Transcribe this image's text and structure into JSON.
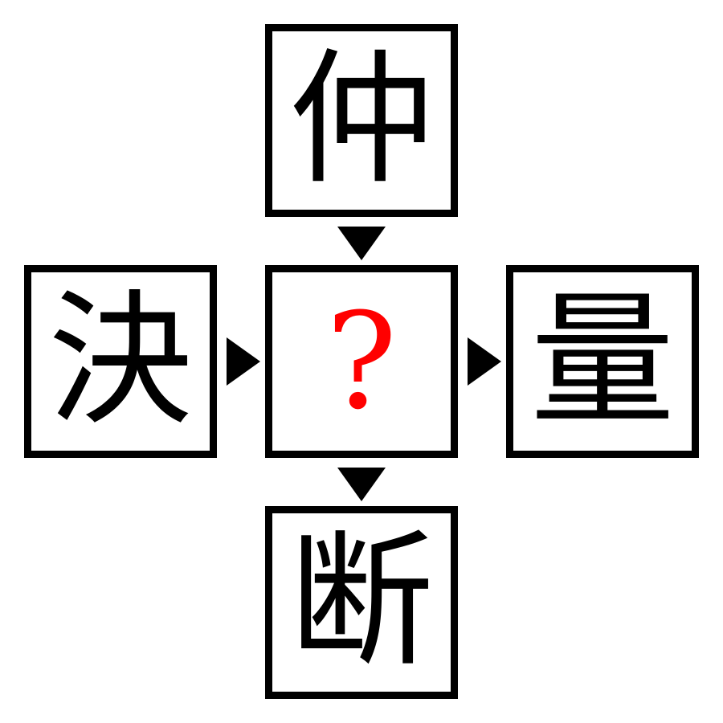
{
  "puzzle": {
    "top": "仲",
    "left": "決",
    "center": "?",
    "right": "量",
    "bottom": "断"
  },
  "colors": {
    "border": "#000000",
    "glyph": "#000000",
    "question": "#ff0000",
    "arrow": "#000000",
    "background": "#ffffff"
  }
}
